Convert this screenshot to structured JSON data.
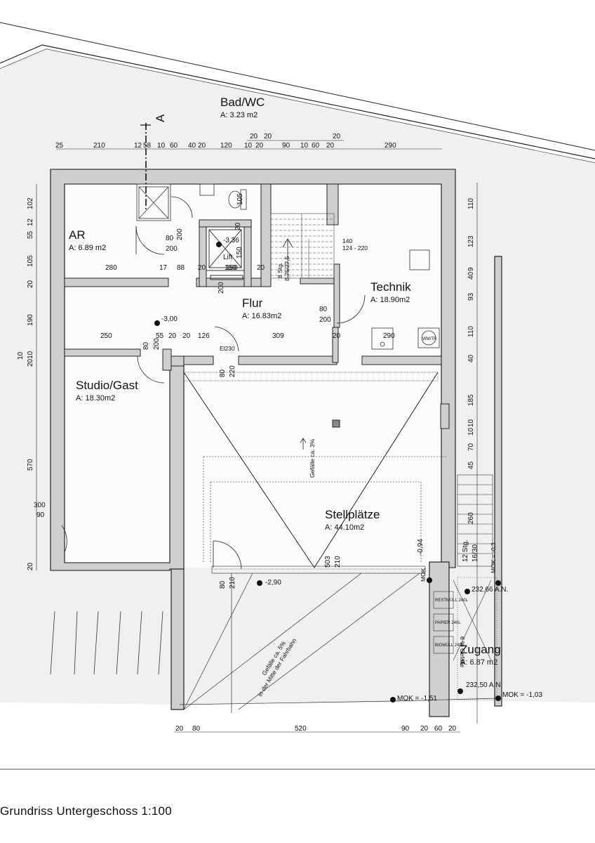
{
  "caption": "Grundriss Untergeschoss 1:100",
  "section_marker": "A",
  "rooms": {
    "bad": {
      "name": "Bad/WC",
      "area": "A:   3.23  m2"
    },
    "ar": {
      "name": "AR",
      "area": "A:   6.89  m2"
    },
    "flur": {
      "name": "Flur",
      "area": "A:   16.83m2"
    },
    "technik": {
      "name": "Technik",
      "area": "A:   18.90m2"
    },
    "studio": {
      "name": "Studio/Gast",
      "area": "A:   18.30m2"
    },
    "stellplaetze": {
      "name": "Stellplätze",
      "area": "A:   44.10m2"
    },
    "zugang": {
      "name": "Zugang",
      "area": "A:   6.87  m2"
    }
  },
  "top_dims": {
    "row1": [
      "25",
      "210",
      "12",
      "58",
      "10",
      "60",
      "40",
      "20",
      "120",
      "10",
      "20",
      "90",
      "10",
      "60",
      "20",
      "290"
    ],
    "row2": [
      "20",
      "20",
      "20"
    ]
  },
  "bottom_dims": [
    "20",
    "80",
    "520",
    "90",
    "20",
    "60",
    "20"
  ],
  "left_dims": [
    "102",
    "55",
    "12",
    "105",
    "20",
    "190",
    "10",
    "2010",
    "570",
    "20"
  ],
  "right_dims": [
    "110",
    "123",
    "9",
    "40",
    "93",
    "110",
    "40",
    "185",
    "10",
    "70",
    "10",
    "45",
    "260"
  ],
  "inner_dims": {
    "ar_width": "280",
    "d17": "17",
    "d88": "88",
    "d20a": "20",
    "d150a": "150",
    "d20b": "20",
    "d250": "250",
    "d80a": "80",
    "d200a": "200",
    "d55": "55",
    "d20c": "20",
    "d20d": "20",
    "d126": "126",
    "d309": "309",
    "d20e": "20",
    "d290b": "290",
    "door_ar_w": "80",
    "door_ar_h": "200",
    "door_ar_v": "200",
    "lift_elev": "-3,36",
    "lift_label": "Lift",
    "lift_w": "150",
    "lift_h": "150",
    "lift_s1": "20",
    "lift_s2": "200",
    "wc_door": "105",
    "wc_v": "20",
    "stair_run": "140",
    "stair_rise": "124 - 220",
    "stair_steps": "8 Stg.",
    "stair_ratio": "8,75/27,5",
    "technik_door_w": "80",
    "technik_door_h": "200",
    "flur_elev": "-3,00",
    "el_label": "El230",
    "el_80": "80",
    "el_220": "220",
    "studio_door_v1": "80",
    "studio_door_v2": "200",
    "studio_300": "300",
    "studio_90": "90",
    "garage_slope": "Gefälle ca. 3%",
    "garage_503": "503",
    "garage_210": "210",
    "garage_80": "80",
    "garage_210b": "210",
    "garage_elev": "-2,90",
    "ramp_slope": "Gefälle ca. 5%",
    "ramp_note": "in der Mitte der Fahrbahn",
    "ok_094": "-0,94",
    "lmok_label": "MOK",
    "zugang_steps": "12 Stg.",
    "zugang_ratio": "16/30",
    "zugang_mok": "MOK = -0,3",
    "zugang_slope": "6 % Gefälle",
    "elev_top": "232,66 A.N.",
    "elev_bottom": "232,50 A.N.",
    "mok_left": "MOK = -1,51",
    "mok_right": "MOK = -1,03",
    "bins": [
      "RESTMÜLL 240L",
      "PAPIER 240L",
      "BIOMÜLL 240L"
    ],
    "kombi": "WM/TR"
  }
}
